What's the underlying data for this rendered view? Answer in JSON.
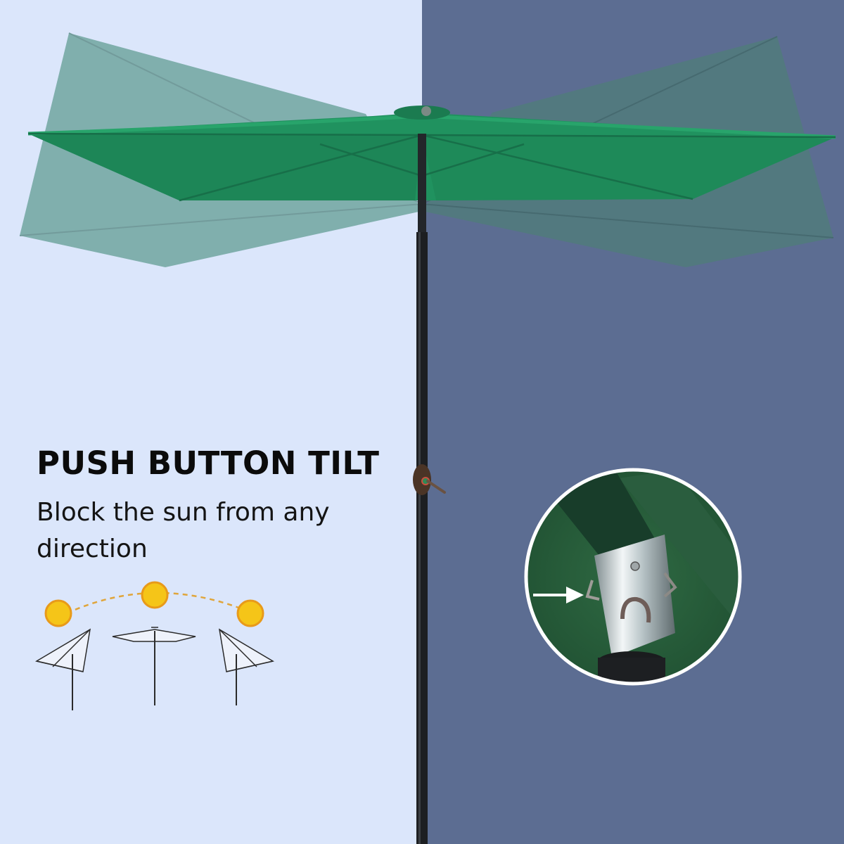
{
  "headline": "PUSH BUTTON TILT",
  "subline": "Block the sun from any direction",
  "colors": {
    "left_background": "#dbe6fb",
    "right_background": "#5c6d92",
    "canopy_green": "#20925f",
    "canopy_green_dark": "#176f49",
    "faded_canopy": "#5e9a90",
    "pole": "#1d1f22",
    "sun": "#f5c518",
    "arrow": "#ffffff"
  },
  "icons": {
    "suns": [
      "sun-icon-left",
      "sun-icon-center",
      "sun-icon-right"
    ],
    "umbrellas": [
      "umbrella-tilted-left-icon",
      "umbrella-upright-icon",
      "umbrella-tilted-right-icon"
    ],
    "detail": "tilt-mechanism-closeup",
    "pointer": "arrow-right-icon"
  }
}
